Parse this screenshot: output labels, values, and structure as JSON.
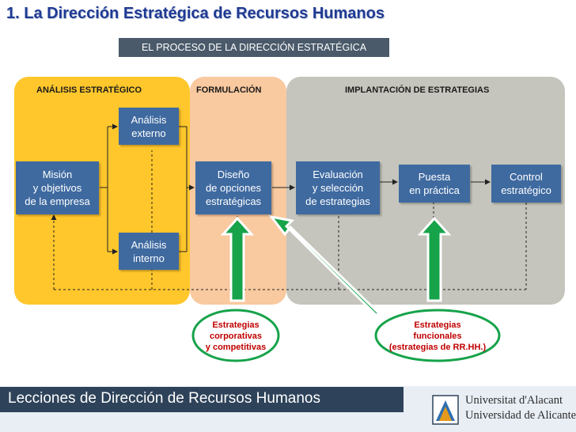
{
  "title": "1. La Dirección Estratégica de Recursos Humanos",
  "process_title": "EL PROCESO DE LA DIRECCIÓN ESTRATÉGICA",
  "panels": {
    "analisis": "ANÁLISIS ESTRATÉGICO",
    "formulacion": "FORMULACIÓN",
    "implantacion": "IMPLANTACIÓN DE ESTRATEGIAS"
  },
  "boxes": {
    "mision": "Misión\ny objetivos\nde la empresa",
    "externo": "Análisis\nexterno",
    "interno": "Análisis\ninterno",
    "diseno": "Diseño\nde opciones\nestratégicas",
    "evaluacion": "Evaluación\ny selección\nde estrategias",
    "puesta": "Puesta\nen práctica",
    "control": "Control\nestratégico"
  },
  "green_labels": {
    "corporativas": "Estrategias\ncorporativas\ny competitivas",
    "funcionales": "Estrategias\nfuncionales\n(estrategias de RR.HH.)"
  },
  "footer": {
    "course": "Lecciones de Dirección de Recursos Humanos",
    "university_1": "Universitat d'Alacant",
    "university_2": "Universidad de Alicante"
  },
  "colors": {
    "title": "#1f3a93",
    "box": "#3f6aa0",
    "panel_analisis": "#ffc72c",
    "panel_formulacion": "#f9c99f",
    "panel_implantacion": "#c5c5bd",
    "green": "#16a34a",
    "label_red": "#c00000",
    "footer_bar": "#2e435a"
  }
}
